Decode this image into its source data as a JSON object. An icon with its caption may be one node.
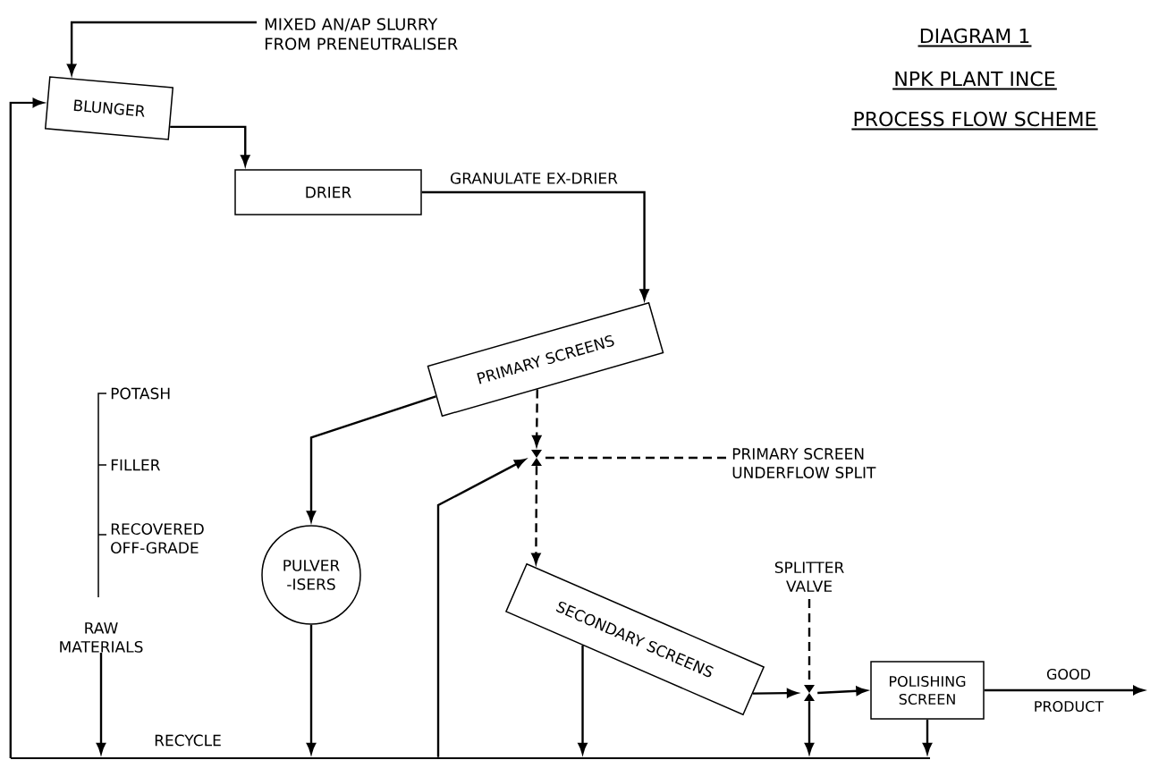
{
  "diagram": {
    "nodes": [
      {
        "text": [
          "MIXED AN/AP SLURRY FROM PRENEUTRALISER"
        ]
      },
      {
        "text": [
          "BLUNGER"
        ]
      },
      {
        "text": [
          "DRIER"
        ]
      },
      {
        "text": [
          "PRIMARY SCREENS"
        ]
      },
      {
        "text": [
          "PRIMARY SCREEN UNDERFLOW SPLIT"
        ]
      },
      {
        "text": [],
        "shape": "valve"
      },
      {
        "text": [
          "PULVER -ISERS"
        ]
      },
      {
        "text": [
          "SECONDARY SCREENS"
        ]
      },
      {
        "text": [
          "SPLITTER VALVE"
        ]
      },
      {
        "text": [],
        "shape": "valve"
      },
      {
        "text": [
          "POLISHING SCREEN"
        ]
      },
      {
        "text": [
          "RAW MATERIALS"
        ]
      },
      {
        "text": [],
        "shape": "bar",
        "beside": [
          "RECYCLE"
        ]
      }
    ],
    "edges": [
      {
        "from": 0,
        "to": 1,
        "arrow": "to"
      },
      {
        "from": 1,
        "to": 2,
        "arrow": "to"
      },
      {
        "from": 2,
        "to": 3,
        "arrow": "to",
        "label": "GRANULATE EX-DRIER"
      },
      {
        "from": 3,
        "to": 6,
        "arrow": "to"
      },
      {
        "from": 3,
        "to": 5,
        "arrow": "to",
        "style": "dashed"
      },
      {
        "from": 5,
        "to": 7,
        "arrow": "to",
        "style": "dashed"
      },
      {
        "from": 4,
        "to": 5,
        "arrow": "none",
        "style": "dashed"
      },
      {
        "from": 12,
        "to": 5,
        "arrow": "to"
      },
      {
        "from": 7,
        "to": 9,
        "arrow": "to"
      },
      {
        "from": 9,
        "to": 10,
        "arrow": "to"
      },
      {
        "from": 10,
        "to": null,
        "arrow": "to",
        "label": "GOOD PRODUCT"
      },
      {
        "from": 8,
        "to": 9,
        "arrow": "none",
        "style": "dashed"
      },
      {
        "from": 11,
        "to": 12,
        "arrow": "to"
      },
      {
        "from": 6,
        "to": 12,
        "arrow": "to"
      },
      {
        "from": 7,
        "to": 12,
        "arrow": "to"
      },
      {
        "from": 9,
        "to": 12,
        "arrow": "to"
      },
      {
        "from": 10,
        "to": 12,
        "arrow": "to"
      },
      {
        "from": 12,
        "to": 1,
        "arrow": "to"
      }
    ],
    "labels": [
      "DIAGRAM 1",
      "NPK PLANT INCE",
      "PROCESS FLOW SCHEME",
      "POTASH",
      "FILLER",
      "RECOVERED OFF-GRADE"
    ]
  }
}
